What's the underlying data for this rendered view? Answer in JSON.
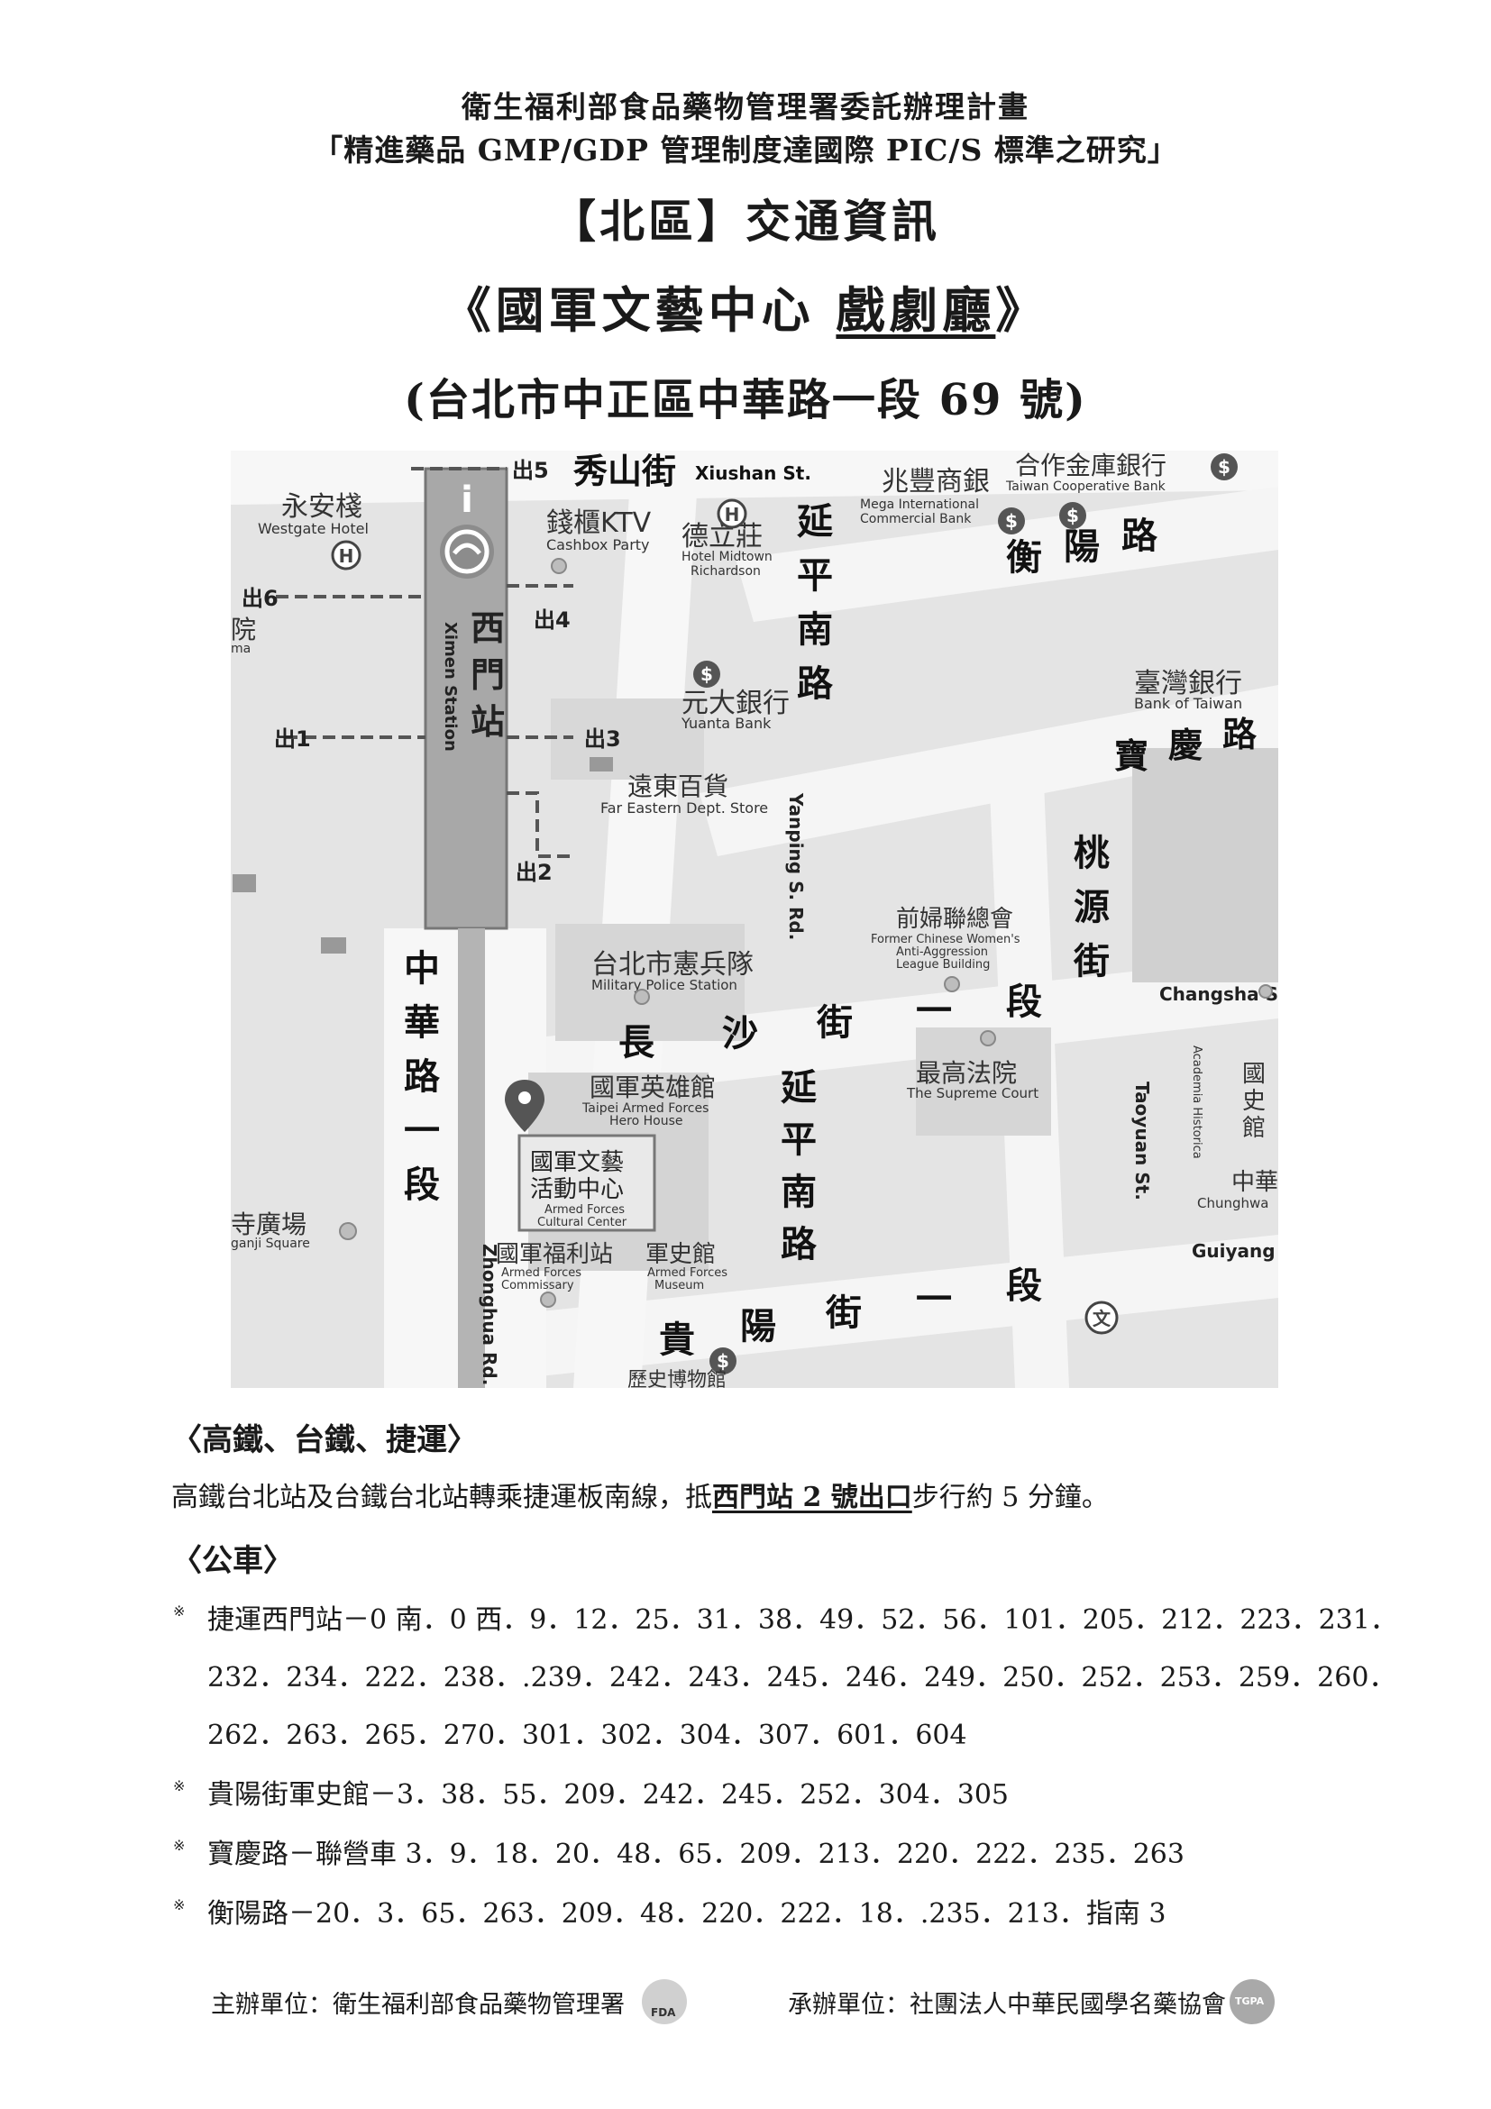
{
  "header": {
    "line1": "衛生福利部食品藥物管理署委託辦理計畫",
    "line2": "「精進藥品 GMP/GDP 管理制度達國際 PIC/S 標準之研究」",
    "title": "【北區】交通資訊",
    "venue_open": "《國軍文藝中心 ",
    "venue_underlined": "戲劇廳",
    "venue_close": "》",
    "address": "(台北市中正區中華路一段 69 號)"
  },
  "map": {
    "exits": [
      "出5",
      "出6",
      "出4",
      "出1",
      "出3",
      "出2"
    ],
    "station": {
      "zh": "西門站",
      "en": "Ximen Station"
    },
    "streets": {
      "xiushan_zh": "秀山街",
      "xiushan_en": "Xiushan St.",
      "yanping_zh": "延平南路",
      "yanping_en": "Yanping S. Rd.",
      "hengyang_zh": "衡陽路",
      "baoqing_zh": "寶慶路",
      "taoyuan_zh": "桃源街",
      "taoyuan_en": "Taoyuan St.",
      "zhonghua_zh": "中華路一段",
      "zhonghua_en": "Zhonghua Rd. S",
      "changsha_zh": "長沙街一段",
      "changsha_en": "Changsha S",
      "guiyang_zh": "貴陽街一段",
      "guiyang_en": "Guiyang"
    },
    "places": [
      {
        "zh": "永安棧",
        "en": "Westgate Hotel"
      },
      {
        "zh": "錢櫃KTV",
        "en": "Cashbox Party"
      },
      {
        "zh": "德立莊",
        "en": "Hotel Midtown Richardson"
      },
      {
        "zh": "兆豐商銀",
        "en": "Mega International Commercial Bank"
      },
      {
        "zh": "合作金庫銀行",
        "en": "Taiwan Cooperative Bank"
      },
      {
        "zh": "元大銀行",
        "en": "Yuanta Bank"
      },
      {
        "zh": "遠東百貨",
        "en": "Far Eastern Dept. Store"
      },
      {
        "zh": "臺灣銀行",
        "en": "Bank of Taiwan"
      },
      {
        "zh": "前婦聯總會",
        "en": "Former Chinese Women's Anti-Aggression League Building"
      },
      {
        "zh": "台北市憲兵隊",
        "en": "Military Police Station"
      },
      {
        "zh": "國軍英雄館",
        "en": "Taipei Armed Forces Hero House"
      },
      {
        "zh": "最高法院",
        "en": "The Supreme Court"
      },
      {
        "zh": "國軍文藝活動中心",
        "en": "Armed Forces Cultural Center"
      },
      {
        "zh": "國軍福利站",
        "en": "Armed Forces Commissary"
      },
      {
        "zh": "軍史館",
        "en": "Armed Forces Museum"
      },
      {
        "zh": "國史館",
        "en": "Academia Historica"
      },
      {
        "zh": "中華",
        "en": "Chunghwa"
      },
      {
        "zh": "寺廣場",
        "en": "ganji Square"
      },
      {
        "zh": "院",
        "en": "ma"
      }
    ],
    "edge_text": "歷史博物館"
  },
  "sections": {
    "rail_heading": "〈高鐵、台鐵、捷運〉",
    "rail_text_pre": "高鐵台北站及台鐵台北站轉乘捷運板南線，抵",
    "rail_text_hl": "西門站 2 號出口",
    "rail_text_post": "步行約 5 分鐘。",
    "bus_heading": "〈公車〉",
    "bullet": "※",
    "bus": [
      {
        "lines": [
          "捷運西門站－0 南．0 西．9．12．25．31．38．49．52．56．101．205．212．223．231．",
          "232．234．222．238．.239．242．243．245．246．249．250．252．253．259．260．",
          "262．263．265．270．301．302．304．307．601．604"
        ]
      },
      {
        "lines": [
          "貴陽街軍史館－3．38．55．209．242．245．252．304．305"
        ]
      },
      {
        "lines": [
          "寶慶路－聯營車 3．9．18．20．48．65．209．213．220．222．235．263"
        ]
      },
      {
        "lines": [
          "衡陽路－20．3．65．263．209．48．220．222．18．.235．213．指南 3"
        ]
      }
    ]
  },
  "footer": {
    "organizer": "主辦單位：衛生福利部食品藥物管理署",
    "fda_logo": "FDA",
    "contractor": "承辦單位：社團法人中華民國學名藥協會",
    "tgpa_logo": "TGPA"
  }
}
